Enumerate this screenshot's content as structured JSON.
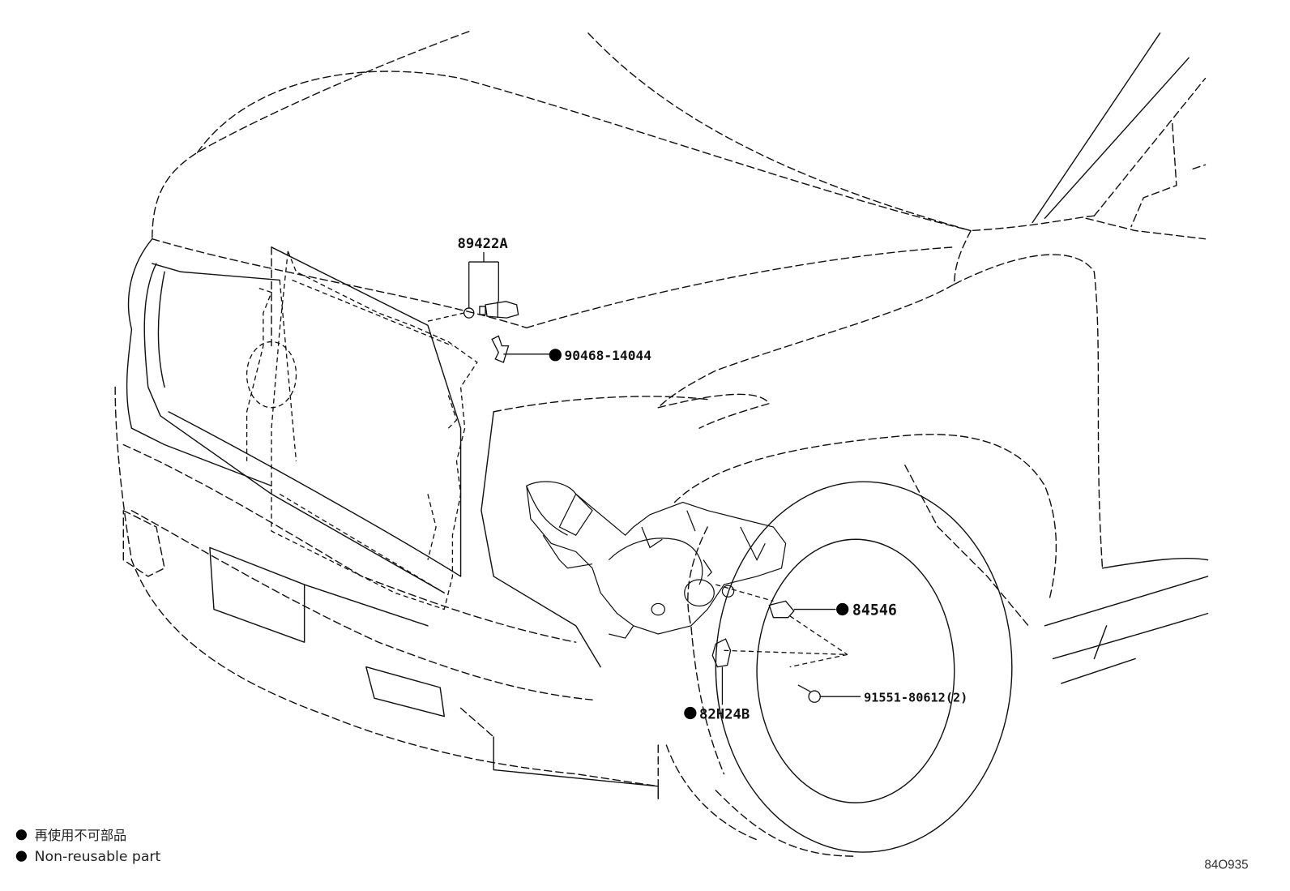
{
  "parts": {
    "p89422A": {
      "number": "89422A",
      "reusable": true
    },
    "p90468": {
      "number": "90468-14044",
      "reusable": false
    },
    "p84546": {
      "number": "84546",
      "reusable": false
    },
    "p91551": {
      "number": "91551-80612(2)",
      "reusable": true
    },
    "p82H24B": {
      "number": "82H24B",
      "reusable": false
    }
  },
  "legend": {
    "non_reusable_jp": "再使用不可部品",
    "non_reusable_en": "Non-reusable part"
  },
  "illustration_code": "84O935",
  "colors": {
    "line": "#111111",
    "marker": "#000000",
    "background": "#ffffff"
  }
}
